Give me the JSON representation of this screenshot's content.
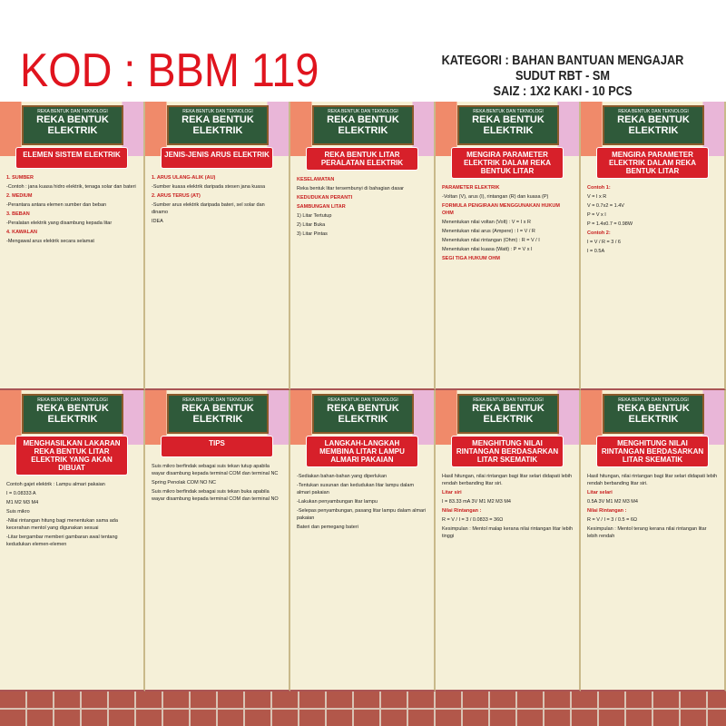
{
  "header": {
    "code": "KOD : BBM 119",
    "info": [
      "KATEGORI : BAHAN BANTUAN MENGAJAR",
      "SUDUT RBT - SM",
      "SAIZ : 1X2 KAKI - 10 PCS"
    ]
  },
  "poster_common": {
    "subtitle": "REKA BENTUK DAN TEKNOLOGI",
    "title": "REKA BENTUK ELEKTRIK"
  },
  "posters": [
    {
      "banner": "ELEMEN SISTEM ELEKTRIK",
      "lines": [
        {
          "h": "1. SUMBER"
        },
        {
          "t": "-Contoh : jana kuasa hidro elektrik, tenaga solar dan bateri"
        },
        {
          "h": "2. MEDIUM"
        },
        {
          "t": "-Perantara antara elemen sumber dan beban"
        },
        {
          "h": "3. BEBAN"
        },
        {
          "t": "-Peralatan elektrik yang disambung kepada litar"
        },
        {
          "h": "4. KAWALAN"
        },
        {
          "t": "-Mengawal arus elektrik secara selamat"
        }
      ]
    },
    {
      "banner": "JENIS-JENIS ARUS ELEKTRIK",
      "lines": [
        {
          "h": "1. ARUS ULANG-ALIK (AU)"
        },
        {
          "t": "-Sumber kuasa elektrik daripada stesen jana kuasa"
        },
        {
          "h": "2. ARUS TERUS (AT)"
        },
        {
          "t": "-Sumber arus elektrik daripada bateri, sel solar dan dinamo"
        },
        {
          "t": "IDEA"
        }
      ]
    },
    {
      "banner": "REKA BENTUK LITAR PERALATAN ELEKTRIK",
      "lines": [
        {
          "h": "KESELAMATAN"
        },
        {
          "t": "Reka bentuk litar tersembunyi di bahagian dasar"
        },
        {
          "h": "KEDUDUKAN PERANTI"
        },
        {
          "h": "SAMBUNGAN LITAR"
        },
        {
          "t": "1) Litar Tertutup"
        },
        {
          "t": "2) Litar Buka"
        },
        {
          "t": "3) Litar Pintas"
        }
      ]
    },
    {
      "banner": "MENGIRA PARAMETER ELEKTRIK DALAM REKA BENTUK LITAR",
      "lines": [
        {
          "h": "PARAMETER ELEKTRIK"
        },
        {
          "t": "-Voltan (V), arus (I), rintangan (R) dan kuasa (P)"
        },
        {
          "h": "FORMULA PENGIRAAN MENGGUNAKAN HUKUM OHM"
        },
        {
          "t": "Menentukan nilai voltan (Volt) : V = I x R"
        },
        {
          "t": "Menentukan nilai arus (Ampere) : I = V / R"
        },
        {
          "t": "Menentukan nilai rintangan (Ohm) : R = V / I"
        },
        {
          "t": "Menentukan nilai kuasa (Watt) : P = V x I"
        },
        {
          "h": "SEGI TIGA HUKUM OHM"
        }
      ]
    },
    {
      "banner": "MENGIRA PARAMETER ELEKTRIK DALAM REKA BENTUK LITAR",
      "lines": [
        {
          "h": "Contoh 1:"
        },
        {
          "t": "V = I x R"
        },
        {
          "t": "V = 0.7x2 = 1.4V"
        },
        {
          "t": "P = V x I"
        },
        {
          "t": "P = 1.4x0.7 = 0.98W"
        },
        {
          "h": "Contoh 2:"
        },
        {
          "t": "I = V / R = 3 / 6"
        },
        {
          "t": "I = 0.5A"
        }
      ]
    },
    {
      "banner": "MENGHASILKAN LAKARAN REKA BENTUK LITAR ELEKTRIK YANG AKAN DIBUAT",
      "lines": [
        {
          "t": "Contoh gajet elektrik : Lampu almari pakaian"
        },
        {
          "t": "I = 0.08333 A"
        },
        {
          "t": "M1  M2  M3  M4"
        },
        {
          "t": "Suis mikro"
        },
        {
          "t": "-Nilai rintangan hitung bagi menentukan sama ada kecerahan mentol yang digunakan sesuai"
        },
        {
          "t": "-Litar bergambar memberi gambaran awal tentang kedudukan elemen-elemen"
        }
      ]
    },
    {
      "banner": "TIPS",
      "lines": [
        {
          "t": "Suis mikro berfindak sebagai suis tekan tutup apabila wayar disambung kepada terminal COM dan terminal NC"
        },
        {
          "t": "Spring  Penolak  COM  NO  NC"
        },
        {
          "t": "Suis mikro berfindak sebagai suis tekan buka apabila wayar disambung kepada terminal COM dan terminal NO"
        }
      ]
    },
    {
      "banner": "LANGKAH-LANGKAH MEMBINA LITAR LAMPU ALMARI PAKAIAN",
      "lines": [
        {
          "t": "-Sediakan bahan-bahan yang diperlukan"
        },
        {
          "t": "-Tentukan susunan dan kedudukan litar lampu dalam almari pakaian"
        },
        {
          "t": "-Lakukan penyambungan litar lampu"
        },
        {
          "t": "-Selepas penyambungan, pasang litar lampu dalam almari pakaian"
        },
        {
          "t": "Bateri dan pemegang bateri"
        }
      ]
    },
    {
      "banner": "MENGHITUNG NILAI RINTANGAN BERDASARKAN LITAR SKEMATIK",
      "lines": [
        {
          "t": "Hasil hitungan, nilai rintangan bagi litar selari didapati lebih rendah berbanding litar siri."
        },
        {
          "h": "Litar siri"
        },
        {
          "t": "I = 83.33 mA   3V   M1 M2 M3 M4"
        },
        {
          "h": "Nilai Rintangan :"
        },
        {
          "t": "R = V / I = 3 / 0.0833 = 36Ω"
        },
        {
          "t": "Kesimpulan : Mentol malap kerana nilai rintangan litar lebih tinggi"
        }
      ]
    },
    {
      "banner": "MENGHITUNG NILAI RINTANGAN BERDASARKAN LITAR SKEMATIK",
      "lines": [
        {
          "t": "Hasil hitungan, nilai rintangan bagi litar selari didapati lebih rendah berbanding litar siri."
        },
        {
          "h": "Litar selari"
        },
        {
          "t": "0.5A   3V   M1 M2 M3 M4"
        },
        {
          "h": "Nilai Rintangan :"
        },
        {
          "t": "R = V / I = 3 / 0.5 = 6Ω"
        },
        {
          "t": "Kesimpulan : Mentol terang kerana nilai rintangan litar lebih rendah"
        }
      ]
    }
  ]
}
